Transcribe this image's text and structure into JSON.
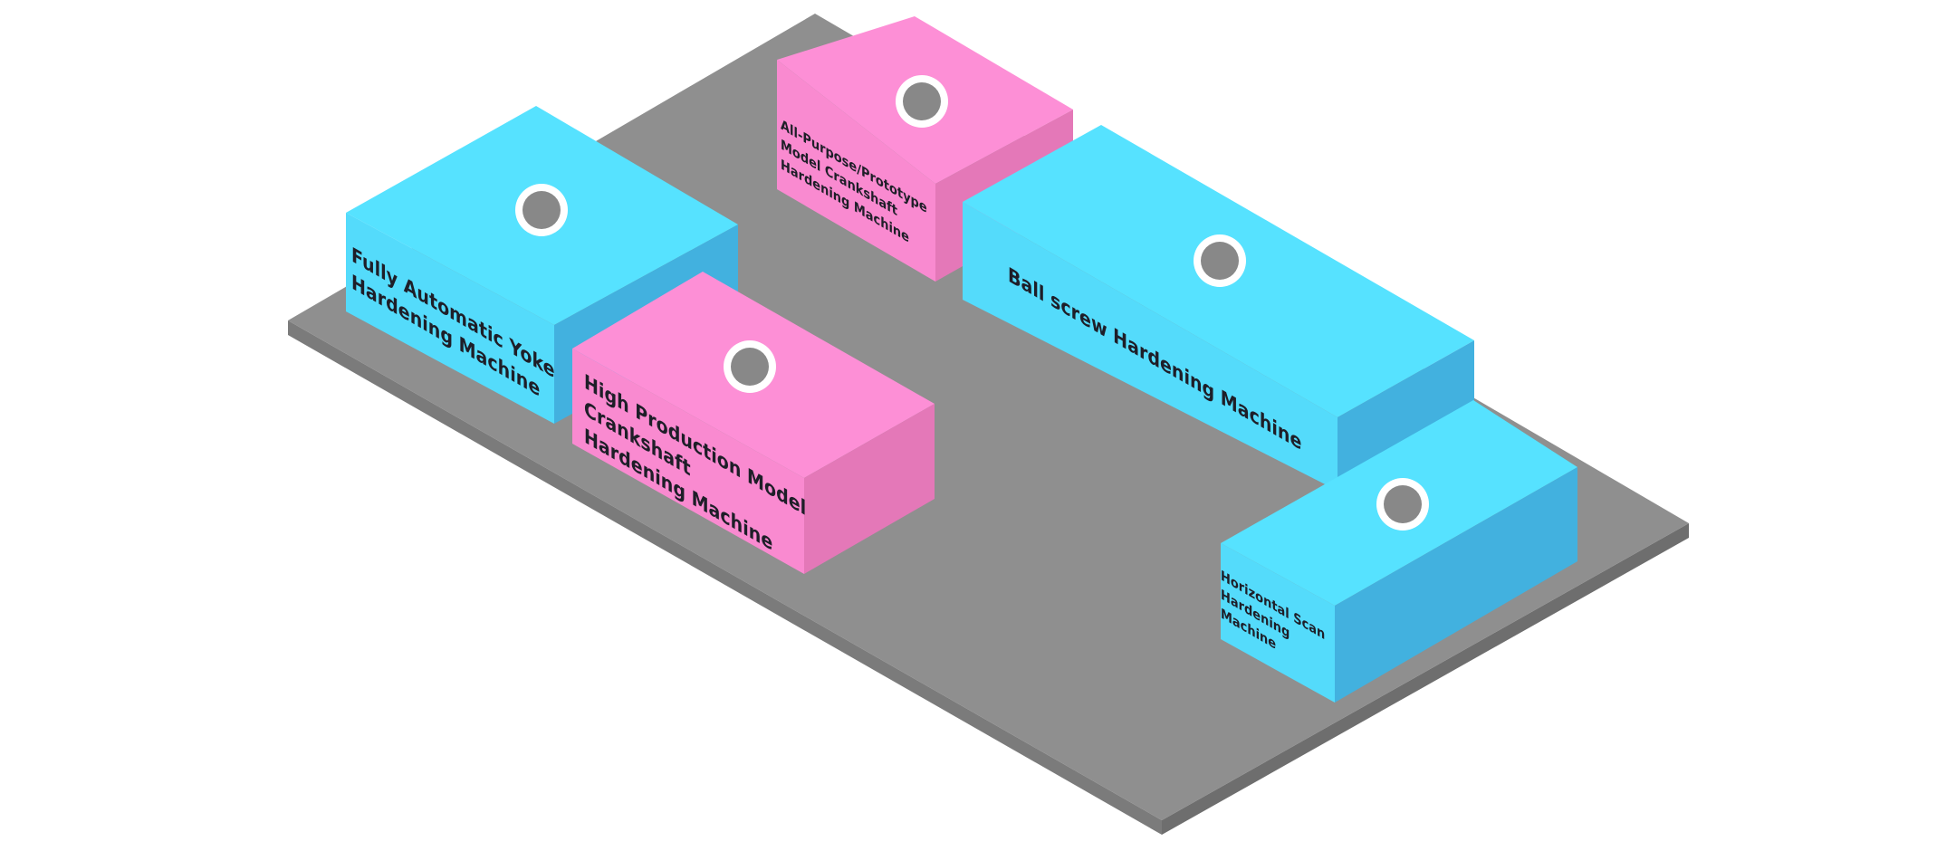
{
  "colors": {
    "floor_top": "#8f8f8f",
    "floor_side": "#6e6e6e",
    "floor_front": "#7b7b7b",
    "cyan_top": "#56e2ff",
    "cyan_front": "#54dbfb",
    "cyan_side": "#42b1df",
    "pink_top": "#fd8fd6",
    "pink_front": "#f98ad0",
    "pink_side": "#e478b8",
    "marker_fill": "#888888",
    "marker_ring": "#ffffff"
  },
  "machines": [
    {
      "id": "yoke",
      "color": "cyan",
      "label_lines": [
        "Fully Automatic Yoke",
        "Hardening Machine"
      ]
    },
    {
      "id": "all-purpose",
      "color": "pink",
      "label_lines": [
        "All-Purpose/Prototype",
        "Model Crankshaft",
        "Hardening Machine"
      ]
    },
    {
      "id": "ball-screw",
      "color": "cyan",
      "label_lines": [
        "Ball screw Hardening Machine"
      ]
    },
    {
      "id": "high-production",
      "color": "pink",
      "label_lines": [
        "High Production Model",
        "Crankshaft",
        "Hardening Machine"
      ]
    },
    {
      "id": "horizontal-scan",
      "color": "cyan",
      "label_lines": [
        "Horizontal Scan",
        "Hardening",
        "Machine"
      ]
    }
  ]
}
